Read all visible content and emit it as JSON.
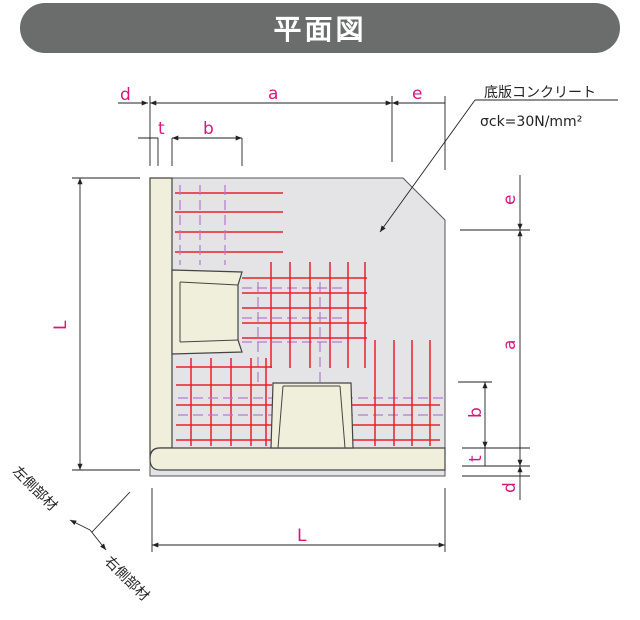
{
  "title": "平面図",
  "labels": {
    "top_d": "d",
    "top_a": "a",
    "top_e": "e",
    "top_t": "t",
    "top_b": "b",
    "left_L": "L",
    "right_e": "e",
    "right_a": "a",
    "right_b": "b",
    "right_t": "t",
    "right_d": "d",
    "bottom_L": "L"
  },
  "note": {
    "line1": "底版コンクリート",
    "line2": "σck=30N/mm²"
  },
  "side_labels": {
    "left": "左側部材",
    "right": "右側部材"
  },
  "colors": {
    "title_bar": "#6b6d6c",
    "dimension_text": "#d6177e",
    "rebar_red": "#e8202a",
    "rebar_dashed": "#b57acb",
    "wall_fill": "#f0efdc",
    "concrete_fill": "#e4e4e6"
  }
}
